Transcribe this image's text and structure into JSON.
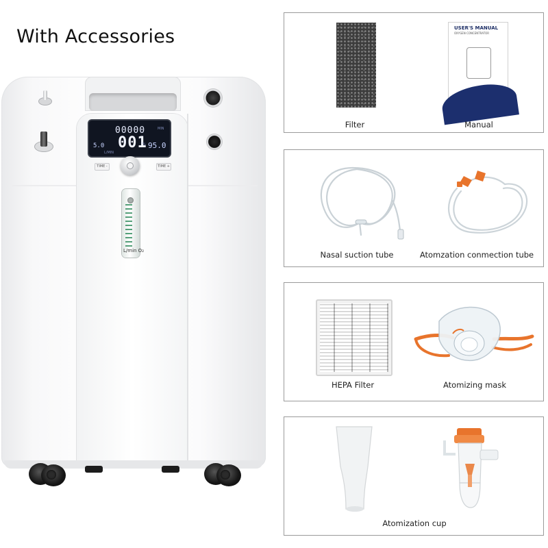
{
  "heading": "With Accessories",
  "device": {
    "display": {
      "timer": "00000",
      "main": "001",
      "left_value": "5.0",
      "right_value": "95.0",
      "unit_min": "MIN",
      "unit_lmin": "L/MIN",
      "unit_pct": "%"
    },
    "timer_minus_label": "TIME -",
    "timer_plus_label": "TIME +",
    "flowmeter_label": "L/min O₂"
  },
  "manual": {
    "title": "USER'S MANUAL",
    "subtitle": "OXYGEN CONCENTRATOR"
  },
  "accessories": {
    "filter": "Filter",
    "manual": "Manual",
    "nasal_tube": "Nasal suction tube",
    "connection_tube": "Atomzation conmection tube",
    "hepa": "HEPA Filter",
    "mask": "Atomizing mask",
    "cup": "Atomization cup"
  },
  "colors": {
    "panel_border": "#9a9a9a",
    "manual_blue": "#1c2f6e",
    "orange_accent": "#e8742c",
    "display_bg": "#101521"
  }
}
